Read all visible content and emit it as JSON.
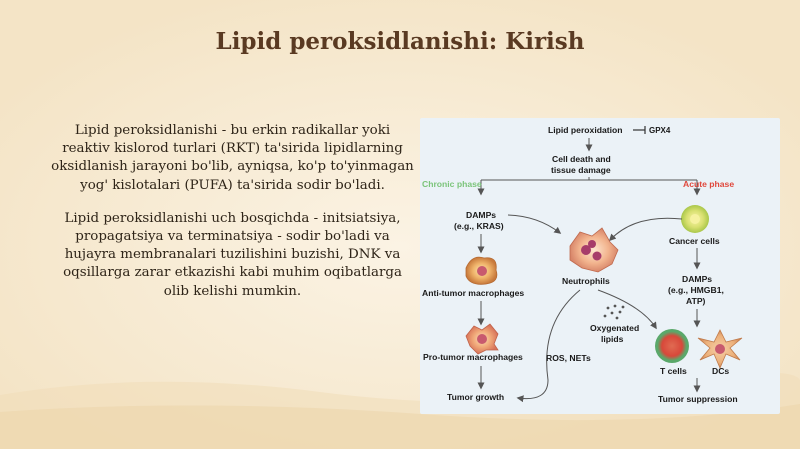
{
  "slide": {
    "title": "Lipid peroksidlanishi: Kirish",
    "paragraph_1": "Lipid peroksidlanishi - bu erkin radikallar yoki reaktiv kislorod turlari (RKT) ta'sirida lipidlarning oksidlanish jarayoni bo'lib, ayniqsa, ko'p to'yinmagan yog' kislotalari (PUFA) ta'sirida sodir bo'ladi.",
    "paragraph_2": "Lipid peroksidlanishi uch bosqichda - initsiatsiya, propagatsiya va terminatsiya - sodir bo'ladi va hujayra membranalari tuzilishini buzishi, DNK va oqsillarga zarar etkazishi kabi muhim oqibatlarga olib kelishi mumkin."
  },
  "figure": {
    "lipid_peroxidation": "Lipid peroxidation",
    "gpx4": "GPX4",
    "cell_death_1": "Cell death and",
    "cell_death_2": "tissue damage",
    "chronic_phase": "Chronic phase",
    "acute_phase": "Acute phase",
    "damps_left_1": "DAMPs",
    "damps_left_2": "(e.g., KRAS)",
    "neutrophils": "Neutrophils",
    "cancer_cells": "Cancer cells",
    "anti_tumor_macrophages": "Anti-tumor macrophages",
    "pro_tumor_macrophages": "Pro-tumor macrophages",
    "tumor_growth": "Tumor growth",
    "ros_nets": "ROS, NETs",
    "oxygenated_1": "Oxygenated",
    "oxygenated_2": "lipids",
    "damps_right_1": "DAMPs",
    "damps_right_2": "(e.g., HMGB1,",
    "damps_right_3": "ATP)",
    "t_cells": "T cells",
    "dcs": "DCs",
    "tumor_suppression": "Tumor suppression",
    "colors": {
      "chronic": "#7bc47a",
      "acute": "#e0483c",
      "panel": "#ebf2f7",
      "title": "#5a3a22"
    }
  }
}
